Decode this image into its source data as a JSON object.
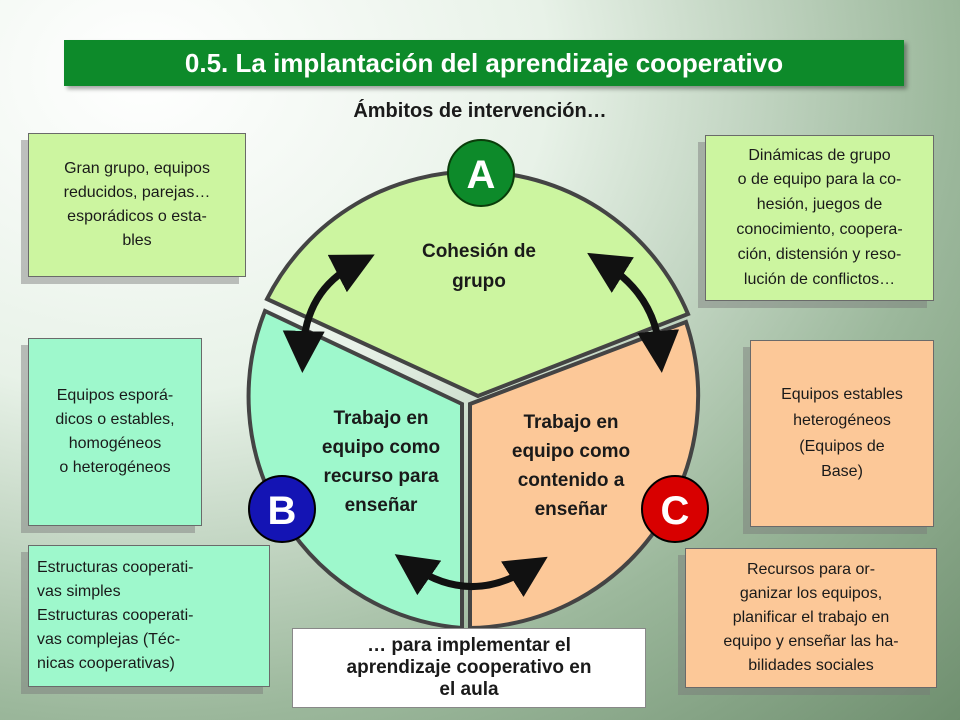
{
  "title": "0.5. La implantación del aprendizaje cooperativo",
  "subtitle": "Ámbitos de intervención…",
  "segments": {
    "a": {
      "letter": "A",
      "label_line1": "Cohesión de",
      "label_line2": "grupo"
    },
    "b": {
      "letter": "B",
      "label_line1": "Trabajo en",
      "label_line2": "equipo como",
      "label_line3": "recurso para",
      "label_line4": "enseñar"
    },
    "c": {
      "letter": "C",
      "label_line1": "Trabajo en",
      "label_line2": "equipo como",
      "label_line3": "contenido a",
      "label_line4": "enseñar"
    }
  },
  "boxes": {
    "a_left": "Gran grupo, equipos\nreducidos, parejas…\nesporádicos o esta-\nbles",
    "a_right": "Dinámicas de grupo\no de equipo para la co-\nhesión, juegos de\nconocimiento, coopera-\nción, distensión y reso-\nlución de conflictos…",
    "b_left": "Equipos esporá-\ndicos o estables,\nhomogéneos\no heterogéneos",
    "b_bottom": "Estructuras cooperati-\nvas simples\nEstructuras cooperati-\nvas complejas (Téc-\nnicas cooperativas)",
    "c_right": "Equipos estables\nheterogéneos\n(Equipos de\nBase)",
    "c_bottom": "Recursos para or-\nganizar los equipos,\nplanificar el trabajo en\nequipo y enseñar las ha-\nbilidades sociales"
  },
  "footer": "… para implementar el\naprendizaje cooperativo en\nel aula",
  "colors": {
    "title_bg": "#0d8a2a",
    "segment_a": "#ccf5a0",
    "segment_b": "#9ef8cc",
    "segment_c": "#fcc898",
    "circle_a": "#0d8a2a",
    "circle_b": "#1414b4",
    "circle_c": "#d80000"
  }
}
